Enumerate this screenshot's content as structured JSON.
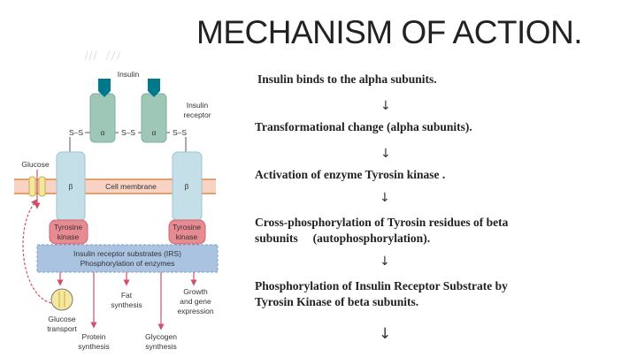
{
  "title": "MECHANISM OF ACTION.",
  "diagram": {
    "insulin": "Insulin",
    "insulin_receptor": [
      "Insulin",
      "receptor"
    ],
    "alpha": "α",
    "beta": "β",
    "disulfide": "S–S",
    "glucose": "Glucose",
    "cell_membrane": "Cell membrane",
    "tyrosine_kinase": [
      "Tyrosine",
      "kinase"
    ],
    "irs": [
      "Insulin receptor substrates (IRS)",
      "Phosphorylation of enzymes"
    ],
    "glucose_transport": [
      "Glucose",
      "transport"
    ],
    "protein_synthesis": [
      "Protein",
      "synthesis"
    ],
    "fat_synthesis": [
      "Fat",
      "synthesis"
    ],
    "glycogen_synthesis": [
      "Glycogen",
      "synthesis"
    ],
    "growth": [
      "Growth",
      "and gene",
      "expression"
    ]
  },
  "steps": [
    [
      "Insulin binds to the alpha subunits."
    ],
    [
      "Transformational change (alpha subunits)."
    ],
    [
      "Activation of enzyme Tyrosin kinase ."
    ],
    [
      "Cross-phosphorylation of Tyrosin residues of beta",
      "subunits     (autophosphorylation)."
    ],
    [
      "Phosphorylation of Insulin Receptor Substrate by",
      "Tyrosin Kinase of beta subunits."
    ]
  ],
  "arrow_glyph": "↓"
}
